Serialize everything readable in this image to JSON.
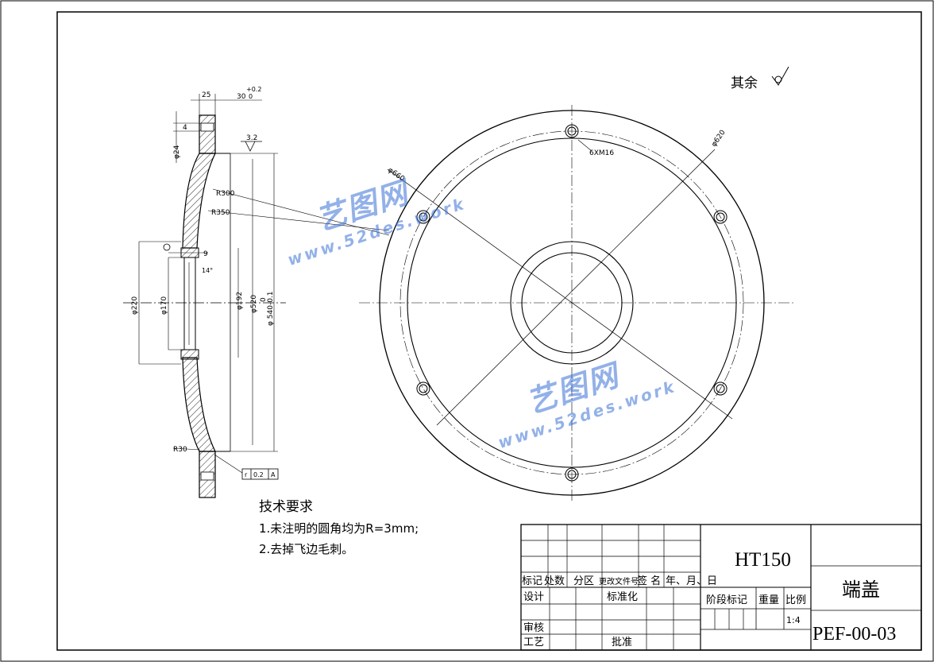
{
  "roughness_note": {
    "label": "其余"
  },
  "section_view": {
    "dims": {
      "d25": "25",
      "d30": "30",
      "tol_upper": "+0.2",
      "tol_lower": "0",
      "d4": "4",
      "phi24": "φ24",
      "roughness": "3.2",
      "r300": "R300",
      "r350": "R350",
      "phi220": "φ220",
      "phi170": "φ170",
      "d9": "9",
      "angle14": "14°",
      "phi192": "φ192",
      "phi520": "φ520",
      "phi540": "φ 540-0.1",
      "phi540_upper": "0",
      "r30": "R30",
      "tol_frame": [
        "r",
        "0.2",
        "A"
      ]
    }
  },
  "plan_view": {
    "hole_label": "6XM16",
    "pcd_label": "φ620",
    "outer_label": "φ660"
  },
  "tech_requirements": {
    "title": "技术要求",
    "items": [
      "1.未注明的圆角均为R=3mm;",
      "2.去掉飞边毛刺。"
    ]
  },
  "title_block": {
    "material": "HT150",
    "part_name": "端盖",
    "drawing_no": "PEF-00-03",
    "scale": "1:4",
    "revision_headers": [
      "标记",
      "处数",
      "分区",
      "更改文件号",
      "签 名",
      "年、月、日"
    ],
    "row_design": "设计",
    "row_standard": "标准化",
    "row_check": "审核",
    "row_process": "工艺",
    "row_approve": "批准",
    "stage_mark": "阶段标记",
    "weight": "重量",
    "ratio": "比例"
  },
  "watermark": {
    "brand": "艺图网",
    "site": "www.52des.work"
  }
}
